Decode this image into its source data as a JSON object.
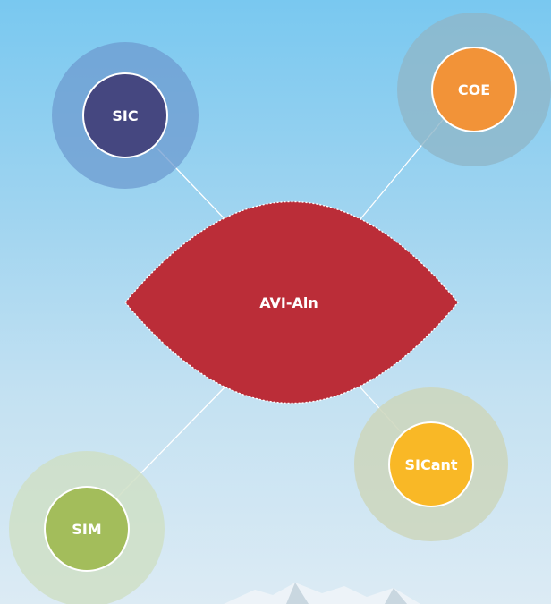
{
  "center": {
    "label": "AVI-Aln",
    "color": "#bb2d38"
  },
  "nodes": [
    {
      "id": "sic",
      "label": "SIC",
      "color": "#454780",
      "halo": "#6e9bd0"
    },
    {
      "id": "coe",
      "label": "COE",
      "color": "#f29338",
      "halo": "#8fb6c9"
    },
    {
      "id": "sicant",
      "label": "SICant",
      "color": "#f9b826",
      "halo": "#cdd6bc"
    },
    {
      "id": "sim",
      "label": "SIM",
      "color": "#a3bd5b",
      "halo": "#cfdfc6"
    }
  ],
  "colors": {
    "connector": "#ffffff",
    "node_border": "#ffffff"
  }
}
